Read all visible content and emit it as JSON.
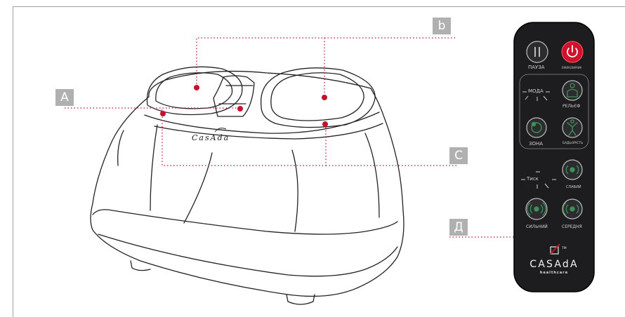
{
  "callouts": {
    "b": "b",
    "a": "A",
    "c": "C",
    "d": "Д"
  },
  "device": {
    "brand_small": "CasAda"
  },
  "remote": {
    "pause_label": "ПАУЗА",
    "power_label": "ВМИК/ВИМИК",
    "moda_label": "МОДА",
    "relief_label": "РЕЛЬЄФ",
    "zone_label": "ЗОНА",
    "vigor_label": "БАДЬОРІСТЬ",
    "pressure_label": "Тиск",
    "weak_label": "СЛАБИЙ",
    "strong_label": "СИЛЬНИЙ",
    "medium_label": "СЕРЕДНЯ",
    "brand": "CASAdA",
    "brand_sub": "healthcare",
    "tm": "TM"
  },
  "colors": {
    "accent_red": "#d0112b",
    "callout_gray": "#b0b0b0",
    "remote_body": "#1d1d1f",
    "remote_button": "#2c2c2e",
    "button_green": "#3f8f5a"
  }
}
